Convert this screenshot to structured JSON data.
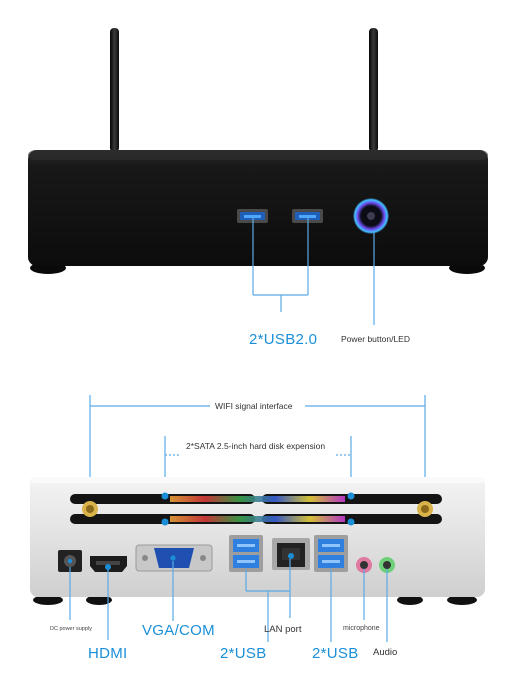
{
  "front": {
    "usb_label": "2*USB2.0",
    "power_label": "Power button/LED"
  },
  "rear": {
    "wifi_label": "WIFI signal interface",
    "sata_label": "2*SATA 2.5-inch hard disk expension",
    "dc_label": "DC power supply",
    "hdmi_label": "HDMI",
    "vga_label": "VGA/COM",
    "usb_left_label": "2*USB",
    "lan_label": "LAN port",
    "usb_right_label": "2*USB",
    "mic_label": "microphone",
    "audio_label": "Audio"
  },
  "colors": {
    "callout_line": "#5aa9e6",
    "label_blue": "#1a8fd8",
    "chassis_black": "#141414",
    "chassis_silver": "#e4e4e4",
    "usb3_blue": "#2f7fe0",
    "power_ring": "#6e4ff2",
    "antenna_gold": "#d9b24a"
  }
}
